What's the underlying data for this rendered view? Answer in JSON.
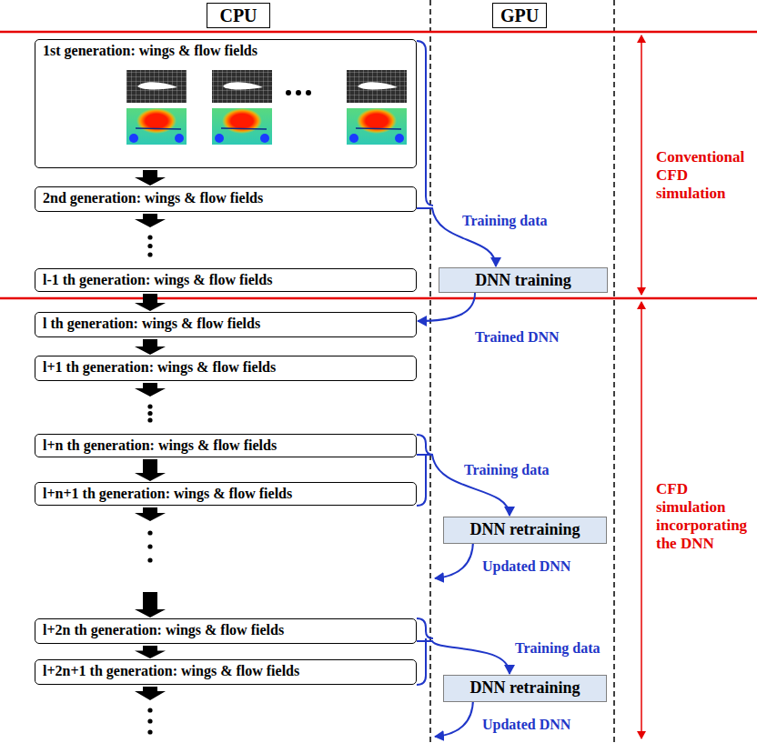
{
  "diagram": {
    "nodes": [
      {
        "text": [
          "CPU"
        ]
      },
      {
        "text": [
          "GPU"
        ]
      },
      {
        "text": [
          "1st generation: wings & flow fields"
        ]
      },
      {
        "text": [
          "2nd generation: wings & flow fields"
        ]
      },
      {
        "text": [
          "l-1 th generation: wings & flow fields"
        ]
      },
      {
        "text": [
          "l th generation: wings & flow fields"
        ]
      },
      {
        "text": [
          "l+1 th generation: wings & flow fields"
        ]
      },
      {
        "text": [
          "l+n th generation: wings & flow fields"
        ]
      },
      {
        "text": [
          "l+n+1 th generation: wings & flow fields"
        ]
      },
      {
        "text": [
          "l+2n th generation: wings & flow fields"
        ]
      },
      {
        "text": [
          "l+2n+1 th generation: wings & flow fields"
        ]
      },
      {
        "text": [
          "DNN training"
        ]
      },
      {
        "text": [
          "DNN retraining"
        ]
      },
      {
        "text": [
          "DNN retraining"
        ]
      }
    ],
    "edges": [
      {
        "from": 2,
        "to": 3,
        "arrow": "to"
      },
      {
        "from": 3,
        "to": 4,
        "arrow": "to"
      },
      {
        "from": 4,
        "to": 5,
        "arrow": "to"
      },
      {
        "from": 5,
        "to": 6,
        "arrow": "to"
      },
      {
        "from": 6,
        "to": 7,
        "arrow": "to"
      },
      {
        "from": 7,
        "to": 8,
        "arrow": "to"
      },
      {
        "from": 8,
        "to": 9,
        "arrow": "to"
      },
      {
        "from": 9,
        "to": 10,
        "arrow": "to"
      },
      {
        "from": 3,
        "to": 11,
        "label": "Training data",
        "arrow": "to"
      },
      {
        "from": 11,
        "to": 5,
        "label": "Trained DNN",
        "arrow": "to"
      },
      {
        "from": 7,
        "to": 12,
        "label": "Training data",
        "arrow": "to"
      },
      {
        "from": 9,
        "to": 13,
        "label": "Training data",
        "arrow": "to"
      }
    ],
    "labels": [
      "Conventional CFD simulation",
      "CFD simulation incorporating the DNN",
      "Updated DNN",
      "Updated DNN"
    ]
  }
}
